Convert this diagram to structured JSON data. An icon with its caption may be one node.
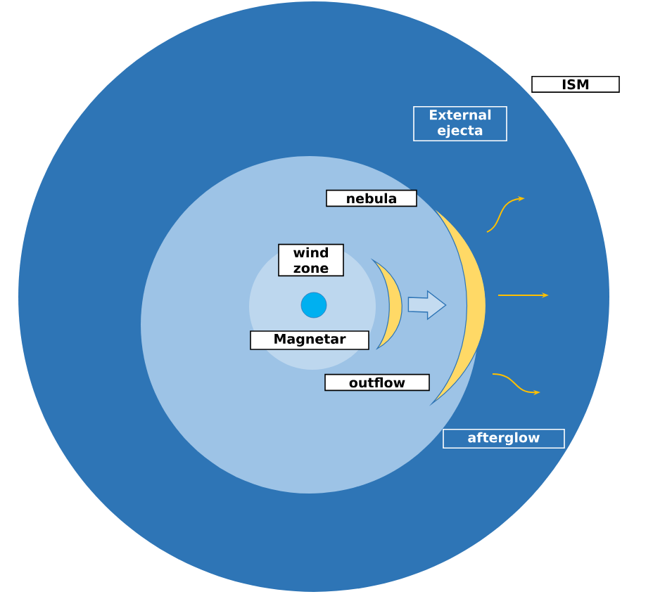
{
  "diagram": {
    "nodes": [
      {
        "text": [
          "ISM"
        ]
      },
      {
        "text": [
          "External ejecta"
        ]
      },
      {
        "text": [
          "nebula"
        ]
      },
      {
        "text": [
          "wind zone"
        ]
      },
      {
        "text": [
          "Magnetar"
        ]
      },
      {
        "text": [
          "outflow"
        ]
      },
      {
        "text": [
          "afterglow"
        ]
      },
      {
        "text": [],
        "shape": "crescent"
      },
      {
        "text": [],
        "shape": "crescent"
      }
    ],
    "edges": [
      {
        "from": 7,
        "to": 8,
        "arrow": "to"
      }
    ]
  }
}
